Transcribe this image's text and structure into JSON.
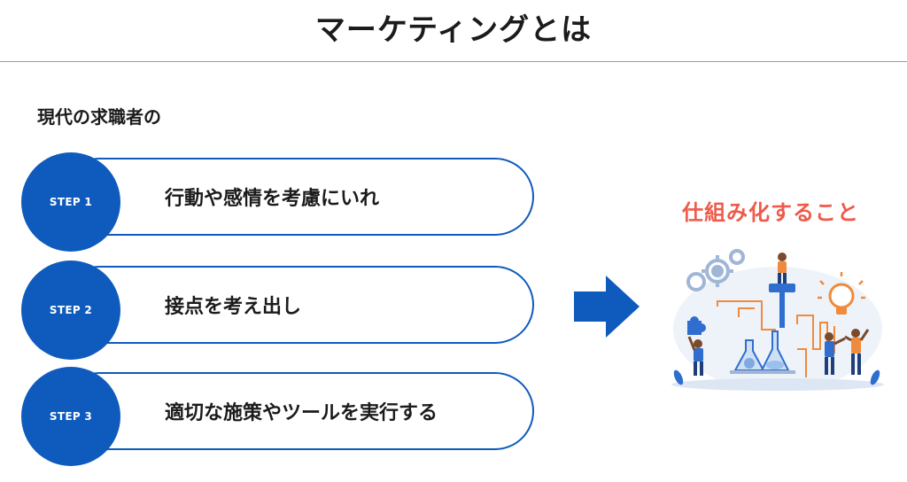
{
  "header": {
    "title": "マーケティングとは"
  },
  "section": {
    "label": "現代の求職者の"
  },
  "steps": [
    {
      "badge": "STEP 1",
      "text": "行動や感情を考慮にいれ"
    },
    {
      "badge": "STEP 2",
      "text": "接点を考え出し"
    },
    {
      "badge": "STEP 3",
      "text": "適切な施策やツールを実行する"
    }
  ],
  "result": {
    "label": "仕組み化すること"
  },
  "colors": {
    "step_blue": "#0f5bbd",
    "accent_red": "#ef5a4a",
    "rule_blue": "#7aa6d4"
  },
  "icons": {
    "arrow": "right-arrow-icon",
    "illustration": "teamwork-process-illustration"
  }
}
